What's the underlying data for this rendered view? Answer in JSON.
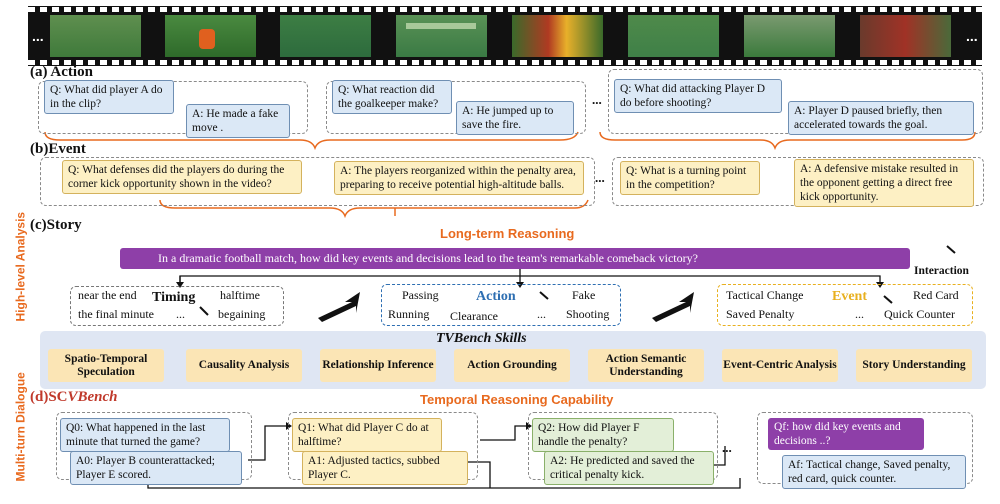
{
  "filmstrip": {
    "ellipsis_left": "...",
    "ellipsis_right": "...",
    "frame_colors": [
      "#3f7a3b",
      "#356f32",
      "#2d6b3d",
      "#3a7a44",
      "#8a3a2a",
      "#3f8048",
      "#3b7a3c",
      "#5a3a2c"
    ]
  },
  "action": {
    "title": "(a) Action",
    "q1": "Q: What did player A do in the clip?",
    "a1": "A: He made a fake move .",
    "q2": "Q: What reaction did the goalkeeper make?",
    "a2": "A: He jumped up to save the fire.",
    "q3": "Q: What did attacking Player D do before shooting?",
    "a3": "A: Player D paused briefly, then accelerated towards the goal.",
    "ellipsis": "..."
  },
  "event": {
    "title": "(b)Event",
    "q1": "Q: What defenses did the players do during the corner kick opportunity shown in the video?",
    "a1": "A: The players reorganized within the penalty area, preparing to receive potential high-altitude balls.",
    "q2": "Q: What is a turning point in the competition?",
    "a2": "A: A defensive mistake resulted in the opponent getting a direct free kick opportunity.",
    "ellipsis": "..."
  },
  "story": {
    "title": "(c)Story",
    "long_term": "Long-term Reasoning",
    "side_label": "High-level Analysis",
    "question": "In a dramatic football match, how did key events and decisions lead to the team's remarkable comeback victory?",
    "interaction": "Interaction",
    "timing": {
      "title": "Timing",
      "w1": "near the end",
      "w2": "halftime",
      "w3": "the final minute",
      "w4": "...",
      "w5": "begaining"
    },
    "action_box": {
      "title": "Action",
      "w1": "Passing",
      "w2": "Fake",
      "w3": "Running",
      "w4": "Clearance",
      "w5": "...",
      "w6": "Shooting"
    },
    "event_box": {
      "title": "Event",
      "w1": "Tactical Change",
      "w2": "Red Card",
      "w3": "Saved Penalty",
      "w4": "...",
      "w5": "Quick Counter"
    }
  },
  "skills": {
    "title": "TVBench Skills",
    "items": [
      "Spatio-Temporal Speculation",
      "Causality Analysis",
      "Relationship Inference",
      "Action Grounding",
      "Action Semantic Understanding",
      "Event-Centric Analysis",
      "Story Understanding"
    ]
  },
  "dialogue": {
    "title_prefix": "(d)SC",
    "title_italic": "VBench",
    "temporal": "Temporal Reasoning Capability",
    "side_label": "Multi-turn Dialogue",
    "q0": "Q0: What happened in the last minute that turned the game?",
    "a0": "A0: Player B counterattacked; Player E scored.",
    "q1": "Q1: What did Player C do at halftime?",
    "a1": "A1: Adjusted tactics, subbed Player C.",
    "q2": "Q2: How did Player F handle the penalty?",
    "a2": "A2: He predicted and saved the critical penalty kick.",
    "qf": "Qf: how did key events and decisions ..?",
    "af": "Af: Tactical change, Saved penalty, red card, quick counter.",
    "ellipsis": "..."
  },
  "colors": {
    "orange": "#e86a1f",
    "purple": "#8e3fa8",
    "blue_q": "#dbe8f6",
    "yellow_a": "#fdf0c4",
    "green": "#e3efd8",
    "skills_bg": "#dfe6f3",
    "skill_item": "#fbe5b5"
  }
}
